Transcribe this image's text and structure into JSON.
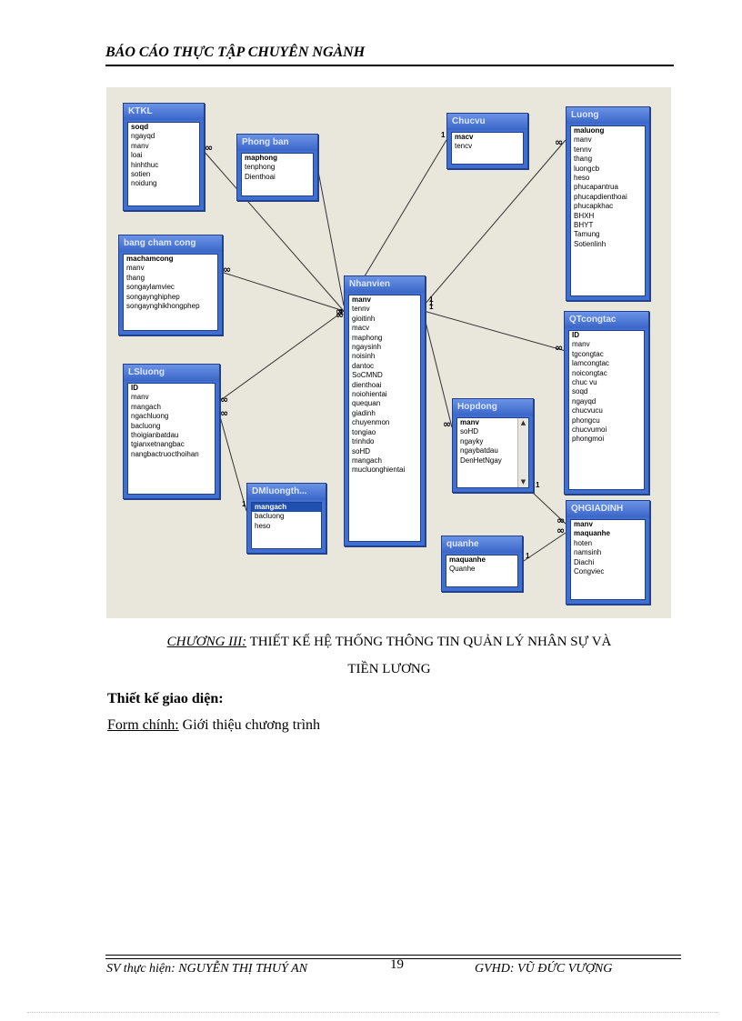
{
  "header": {
    "title": "BÁO CÁO THỰC TẬP CHUYÊN NGÀNH"
  },
  "diagram": {
    "tables": [
      {
        "id": "ktkl",
        "title": "KTKL",
        "fields": [
          "soqd",
          "ngayqd",
          "manv",
          "loai",
          "hinhthuc",
          "sotien",
          "noidung"
        ],
        "keys": [
          "soqd"
        ]
      },
      {
        "id": "phongban",
        "title": "Phong ban",
        "fields": [
          "maphong",
          "tenphong",
          "Dienthoai"
        ],
        "keys": [
          "maphong"
        ]
      },
      {
        "id": "chucvu",
        "title": "Chucvu",
        "fields": [
          "macv",
          "tencv"
        ],
        "keys": [
          "macv"
        ]
      },
      {
        "id": "luong",
        "title": "Luong",
        "fields": [
          "maluong",
          "manv",
          "tennv",
          "thang",
          "luongcb",
          "heso",
          "phucapantrua",
          "phucapdienthoai",
          "phucapkhac",
          "BHXH",
          "BHYT",
          "Tamung",
          "Sotienlinh"
        ],
        "keys": [
          "maluong"
        ]
      },
      {
        "id": "bangchamcong",
        "title": "bang cham cong",
        "fields": [
          "machamcong",
          "manv",
          "thang",
          "songaylamviec",
          "songaynghiphep",
          "songaynghikhongphep"
        ],
        "keys": [
          "machamcong"
        ]
      },
      {
        "id": "nhanvien",
        "title": "Nhanvien",
        "fields": [
          "manv",
          "tennv",
          "gioitinh",
          "macv",
          "maphong",
          "ngaysinh",
          "noisinh",
          "dantoc",
          "SoCMND",
          "dienthoai",
          "noiohientai",
          "quequan",
          "giadinh",
          "chuyenmon",
          "tongiao",
          "trinhdo",
          "soHD",
          "mangach",
          "mucluonghientai"
        ],
        "keys": [
          "manv"
        ]
      },
      {
        "id": "qtcongtac",
        "title": "QTcongtac",
        "fields": [
          "ID",
          "manv",
          "tgcongtac",
          "lamcongtac",
          "noicongtac",
          "chuc vu",
          "soqd",
          "ngayqd",
          "chucvucu",
          "phongcu",
          "chucvumoi",
          "phongmoi"
        ],
        "keys": [
          "ID"
        ]
      },
      {
        "id": "lsluong",
        "title": "LSluong",
        "fields": [
          "ID",
          "manv",
          "mangach",
          "ngachluong",
          "bacluong",
          "thoigianbatdau",
          "tgianxetnangbac",
          "nangbactruocthoihan"
        ],
        "keys": [
          "ID"
        ]
      },
      {
        "id": "hopdong",
        "title": "Hopdong",
        "fields": [
          "manv",
          "soHD",
          "ngayky",
          "ngaybatdau",
          "DenHetNgay"
        ],
        "keys": [
          "manv"
        ]
      },
      {
        "id": "dmluongth",
        "title": "DMluongth...",
        "fields": [
          "mangach",
          "bacluong",
          "heso"
        ],
        "keys": [
          "mangach"
        ],
        "selected": "mangach"
      },
      {
        "id": "quanhe",
        "title": "quanhe",
        "fields": [
          "maquanhe",
          "Quanhe"
        ],
        "keys": [
          "maquanhe"
        ]
      },
      {
        "id": "qhgiadinh",
        "title": "QHGIADINH",
        "fields": [
          "manv",
          "maquanhe",
          "hoten",
          "namsinh",
          "Diachi",
          "Congviec"
        ],
        "keys": [
          "manv",
          "maquanhe"
        ]
      }
    ],
    "relations": [
      {
        "one": "phongban",
        "many": "nhanvien",
        "one_label": "1",
        "many_label": "∞"
      },
      {
        "one": "chucvu",
        "many": "nhanvien",
        "one_label": "1",
        "many_label": "∞"
      },
      {
        "one": "nhanvien",
        "many": "ktkl",
        "one_label": "1",
        "many_label": "∞"
      },
      {
        "one": "nhanvien",
        "many": "luong",
        "one_label": "1",
        "many_label": "∞"
      },
      {
        "one": "nhanvien",
        "many": "bangchamcong",
        "one_label": "1",
        "many_label": "∞"
      },
      {
        "one": "nhanvien",
        "many": "qtcongtac",
        "one_label": "1",
        "many_label": "∞"
      },
      {
        "one": "nhanvien",
        "many": "lsluong",
        "one_label": "1",
        "many_label": "∞"
      },
      {
        "one": "nhanvien",
        "many": "hopdong",
        "one_label": "1",
        "many_label": "∞"
      },
      {
        "one": "hopdong",
        "many": "qhgiadinh",
        "one_label": "1",
        "many_label": "∞"
      },
      {
        "one": "quanhe",
        "many": "qhgiadinh",
        "one_label": "1",
        "many_label": "∞"
      },
      {
        "one": "dmluongth",
        "many": "lsluong",
        "one_label": "1",
        "many_label": "∞"
      }
    ]
  },
  "caption": {
    "chapter": "CHƯƠNG III:",
    "line1": " THIẾT KẾ HỆ THỐNG THÔNG TIN QUẢN LÝ NHÂN SỰ VÀ",
    "line2": "TIỀN LƯƠNG"
  },
  "section_title": "Thiết kế giao diện:",
  "form": {
    "label": "Form chính:",
    "text": " Giới thiệu chương trình"
  },
  "footer": {
    "left": "SV thực hiện: NGUYỄN THỊ THUÝ AN",
    "page": "19",
    "right": "GVHD: VŨ ĐỨC VƯỢNG"
  }
}
